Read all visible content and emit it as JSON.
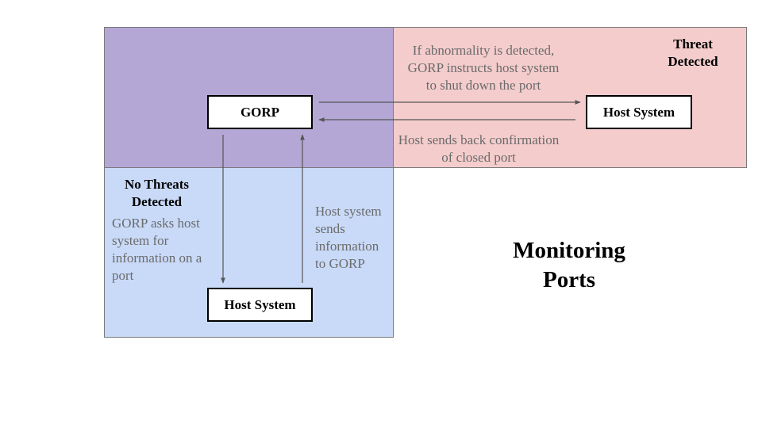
{
  "nodes": {
    "gorp": "GORP",
    "host_right": "Host System",
    "host_bottom": "Host System"
  },
  "regions": {
    "threat_title": [
      "Threat",
      "Detected"
    ],
    "no_threats_title": [
      "No Threats",
      "Detected"
    ]
  },
  "labels": {
    "instruct": [
      "If abnormality is detected,",
      "GORP instructs host system",
      "to shut down the port"
    ],
    "confirm": [
      "Host sends back confirmation",
      "of closed port"
    ],
    "asks": [
      "GORP asks host",
      "system for",
      "information on a",
      "port"
    ],
    "sends": [
      "Host system",
      "sends",
      "information",
      "to GORP"
    ]
  },
  "main_title": [
    "Monitoring",
    "Ports"
  ],
  "colors": {
    "no_threats_region": "#c9daf8",
    "threat_region": "#f4cccc",
    "overlap_region": "#b4a7d6",
    "label_text": "#6b6b6b"
  }
}
